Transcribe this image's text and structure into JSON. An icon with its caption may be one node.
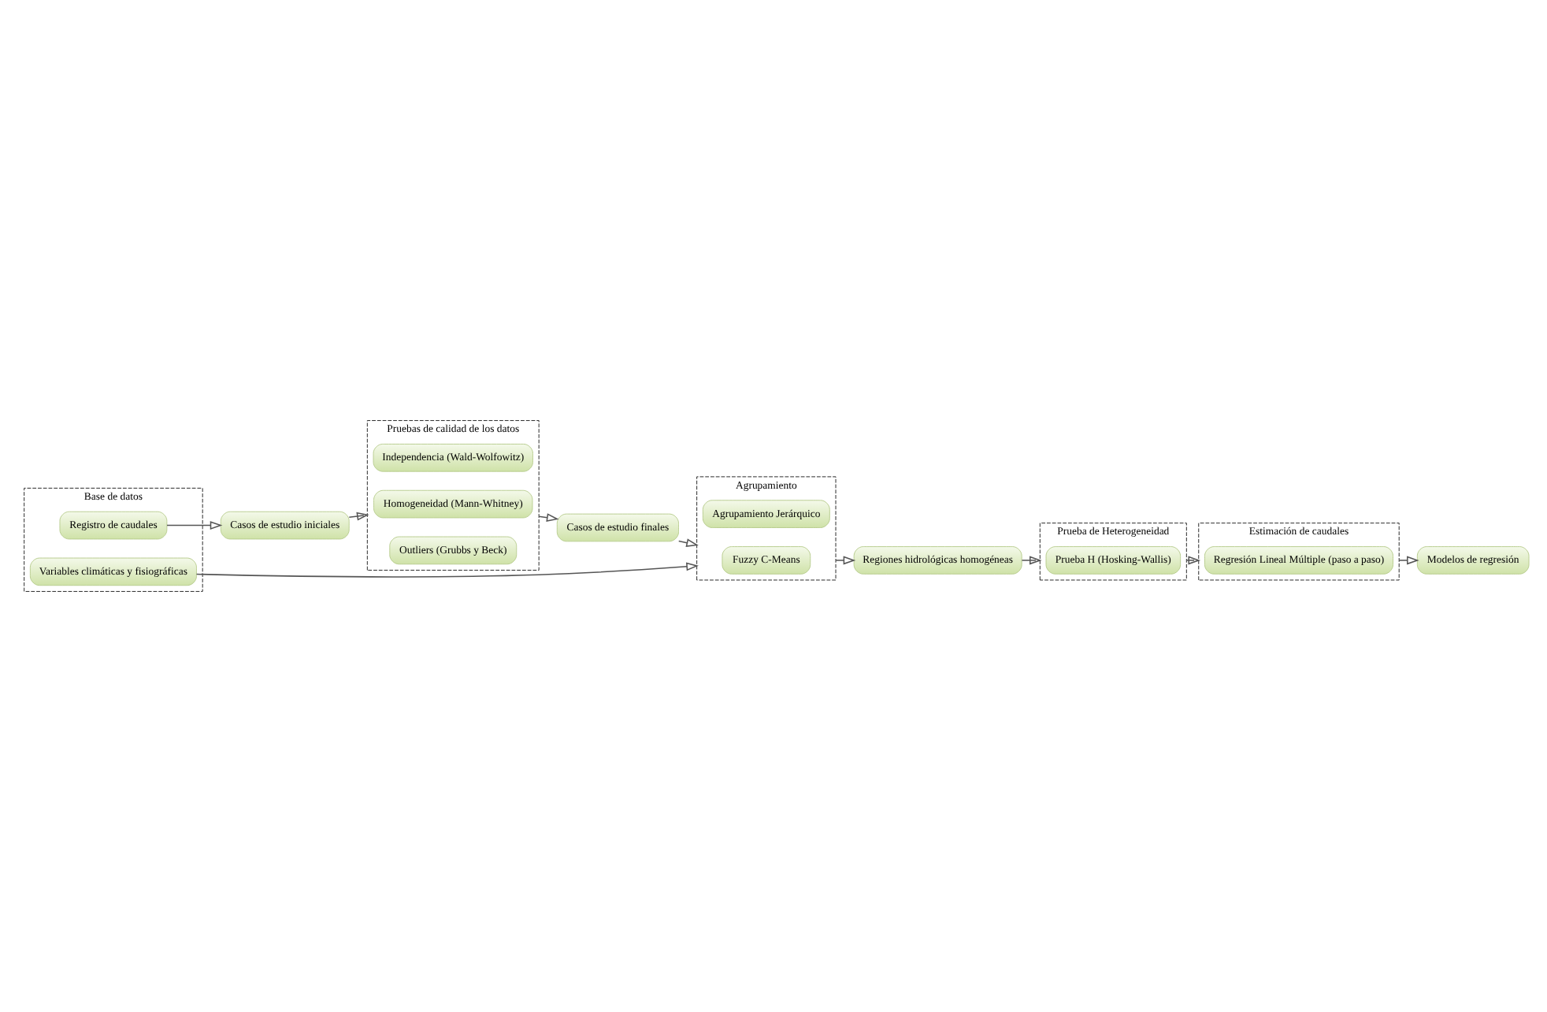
{
  "diagram": {
    "nodes": [
      {
        "text": [
          "Base de datos"
        ]
      },
      {
        "text": [
          "Registro de caudales"
        ],
        "in": 0
      },
      {
        "text": [
          "Variables climáticas y fisiográficas"
        ],
        "in": 0
      },
      {
        "text": [
          "Casos de estudio iniciales"
        ]
      },
      {
        "text": [
          "Pruebas de calidad de los datos"
        ]
      },
      {
        "text": [
          "Independencia (Wald-Wolfowitz)"
        ],
        "in": 4
      },
      {
        "text": [
          "Homogeneidad (Mann-Whitney)"
        ],
        "in": 4
      },
      {
        "text": [
          "Outliers (Grubbs y Beck)"
        ],
        "in": 4
      },
      {
        "text": [
          "Casos de estudio finales"
        ]
      },
      {
        "text": [
          "Agrupamiento"
        ]
      },
      {
        "text": [
          "Agrupamiento Jerárquico"
        ],
        "in": 9
      },
      {
        "text": [
          "Fuzzy C-Means"
        ],
        "in": 9
      },
      {
        "text": [
          "Regiones hidrológicas homogéneas"
        ]
      },
      {
        "text": [
          "Prueba de Heterogeneidad"
        ]
      },
      {
        "text": [
          "Prueba H (Hosking-Wallis)"
        ],
        "in": 13
      },
      {
        "text": [
          "Estimación de caudales"
        ]
      },
      {
        "text": [
          "Regresión Lineal Múltiple (paso a paso)"
        ],
        "in": 15
      },
      {
        "text": [
          "Modelos de regresión"
        ]
      }
    ],
    "edges": [
      {
        "from": 1,
        "to": 3,
        "arrow": "to"
      },
      {
        "from": 3,
        "to": 4,
        "arrow": "to"
      },
      {
        "from": 4,
        "to": 8,
        "arrow": "to"
      },
      {
        "from": 8,
        "to": 9,
        "arrow": "to"
      },
      {
        "from": 2,
        "to": 9,
        "arrow": "to"
      },
      {
        "from": 9,
        "to": 12,
        "arrow": "to"
      },
      {
        "from": 12,
        "to": 13,
        "arrow": "to"
      },
      {
        "from": 13,
        "to": 15,
        "arrow": "to"
      },
      {
        "from": 15,
        "to": 17,
        "arrow": "to"
      }
    ]
  }
}
